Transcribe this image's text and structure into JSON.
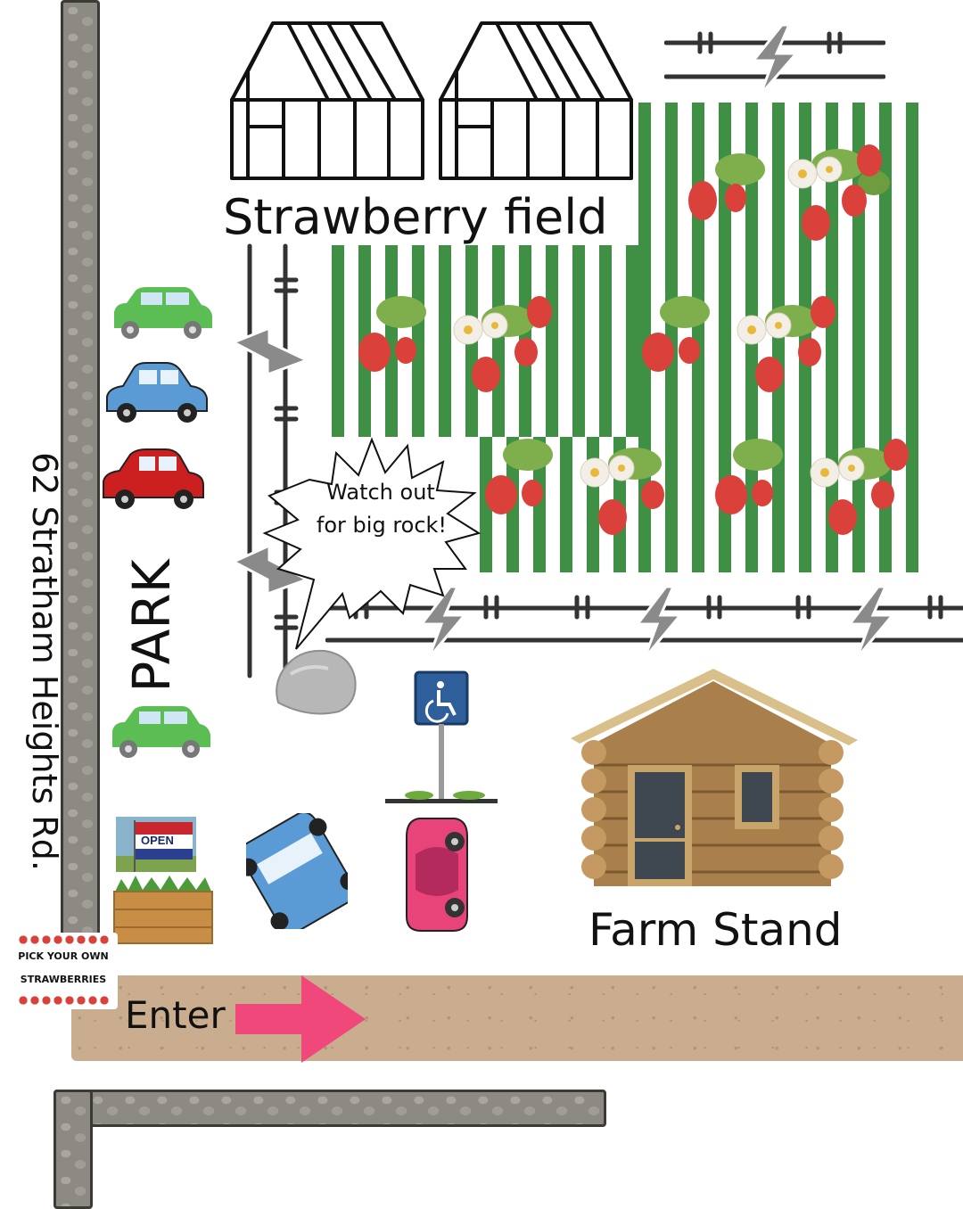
{
  "map": {
    "road_name": "62 Stratham Heights Rd.",
    "field_label": "Strawberry field",
    "park_label": "PARK",
    "warning_text_line1": "Watch out",
    "warning_text_line2": "for big rock!",
    "farm_stand_label": "Farm Stand",
    "open_flag_text": "OPEN",
    "sign_line1": "PICK YOUR OWN",
    "sign_line2": "STRAWBERRIES",
    "enter_label": "Enter"
  },
  "colors": {
    "field_green": "#3f8f45",
    "strawberry_red": "#d9413a",
    "car_green": "#5cbd54",
    "car_blue": "#5b9bd5",
    "car_red": "#cc1f1f",
    "car_pink": "#e8447a",
    "arrow_pink": "#f0487a",
    "cabin_wood": "#a97f4b",
    "road_tan": "#c9ad8e",
    "accessible_sign_blue": "#2f5f9a"
  },
  "icons": [
    "greenhouse-icon",
    "electric-fence-icon",
    "car-icon",
    "rock-icon",
    "accessible-parking-sign-icon",
    "log-cabin-icon",
    "open-flag-icon",
    "strawberry-plant-icon",
    "arrow-right-icon"
  ]
}
